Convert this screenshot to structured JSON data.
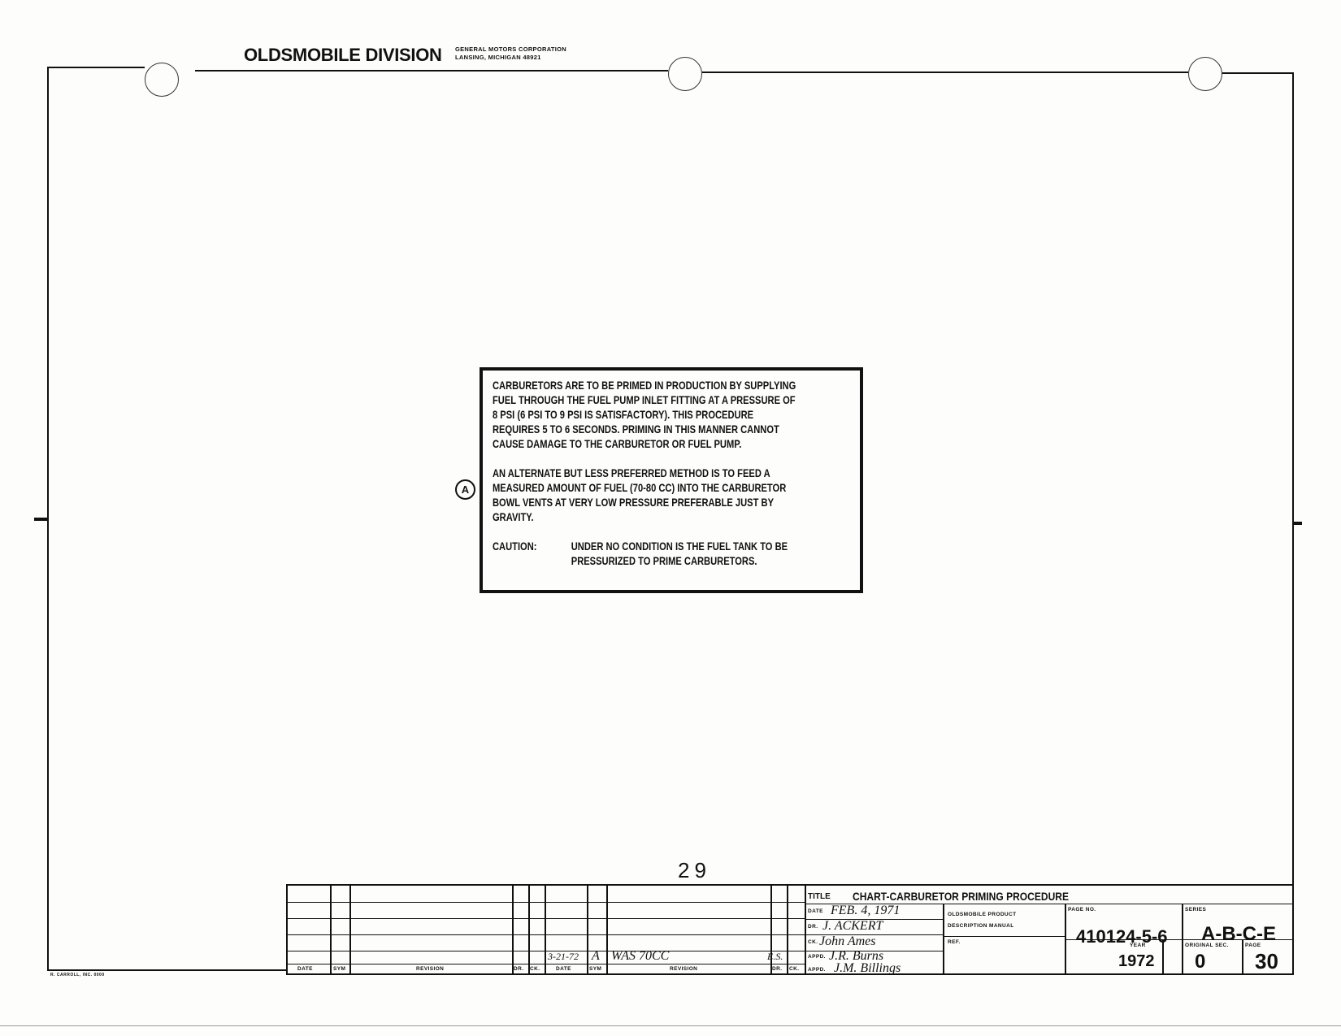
{
  "header": {
    "division": "OLDSMOBILE DIVISION",
    "corporation_line1": "GENERAL MOTORS CORPORATION",
    "corporation_line2": "LANSING, MICHIGAN 48921"
  },
  "note": {
    "marker": "A",
    "paragraph1": "CARBURETORS ARE TO BE PRIMED IN PRODUCTION BY SUPPLYING\nFUEL THROUGH THE FUEL PUMP INLET FITTING AT A PRESSURE OF\n8 PSI (6 PSI TO 9 PSI IS SATISFACTORY). THIS PROCEDURE\nREQUIRES 5 TO 6 SECONDS. PRIMING IN THIS MANNER CANNOT\nCAUSE DAMAGE TO THE CARBURETOR OR FUEL PUMP.",
    "paragraph2": "AN ALTERNATE BUT LESS PREFERRED METHOD IS TO FEED A\nMEASURED AMOUNT OF FUEL (70-80 CC) INTO THE CARBURETOR\nBOWL VENTS AT VERY LOW PRESSURE PREFERABLE JUST BY\nGRAVITY.",
    "caution_label": "CAUTION:",
    "caution_text": "UNDER NO CONDITION IS THE FUEL TANK TO BE\nPRESSURIZED TO PRIME CARBURETORS."
  },
  "page_number": "29",
  "revision_table": {
    "headers": [
      "DATE",
      "SYM",
      "REVISION",
      "DR.",
      "CK."
    ],
    "entry": {
      "date": "3-21-72",
      "sym": "A",
      "revision": "WAS 70CC",
      "dr": "E.S."
    }
  },
  "title_block": {
    "title_label": "TITLE",
    "title": "CHART-CARBURETOR PRIMING PROCEDURE",
    "date_label": "DATE",
    "date": "FEB. 4, 1971",
    "dr_label": "DR.",
    "dr": "J. ACKERT",
    "ck_label": "CK.",
    "ck": "John Ames",
    "appd_label": "APPD.",
    "appd": "J.R. Burns",
    "appd2_label": "APPD.",
    "appd2": "J.M. Billings",
    "manual_line1": "OLDSMOBILE PRODUCT",
    "manual_line2": "DESCRIPTION MANUAL",
    "ref_label": "REF.",
    "part_label": "PAGE NO.",
    "part_number": "410124-5-6",
    "series_label": "SERIES",
    "series": "A-B-C-E",
    "year_label": "YEAR",
    "year": "1972",
    "original_label": "ORIGINAL SEC.",
    "original": "0",
    "page_label": "PAGE",
    "page": "30"
  },
  "footer_mark": "R. CARROLL, INC. 0000"
}
